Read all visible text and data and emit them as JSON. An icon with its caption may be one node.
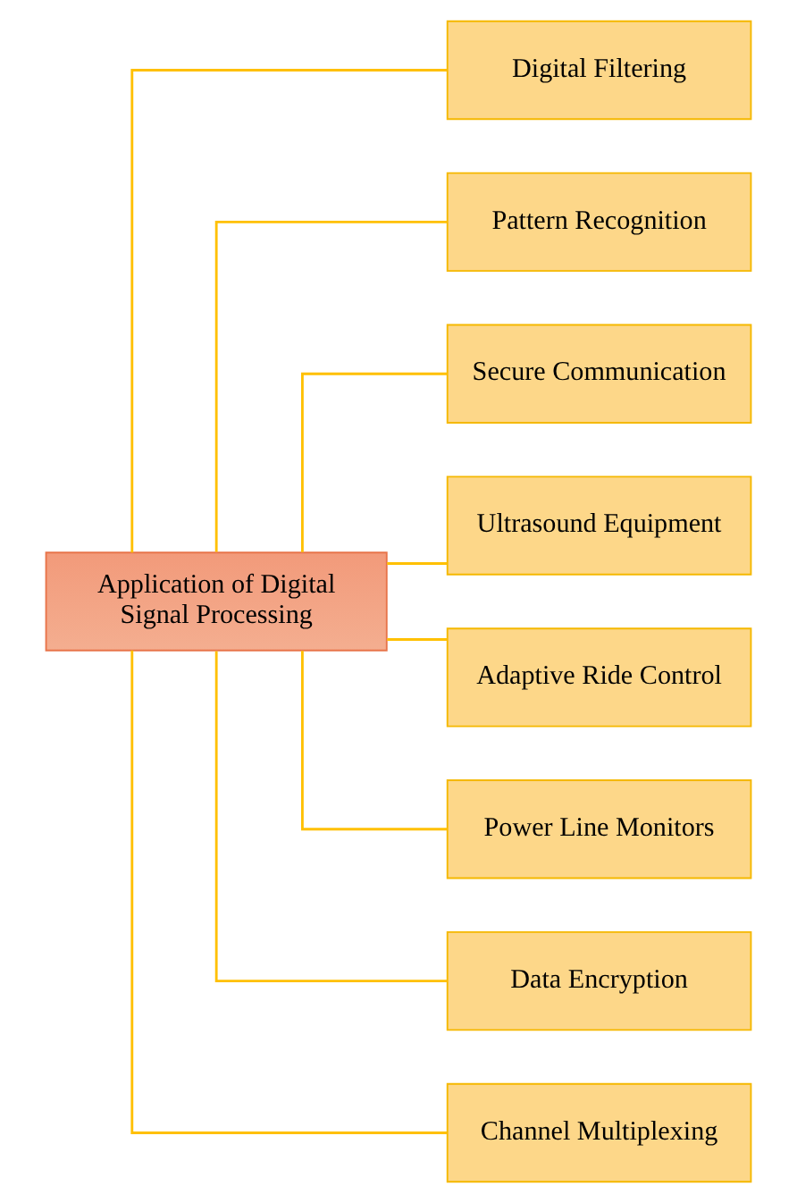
{
  "diagram": {
    "nodes": [
      {
        "text": [
          "Application of Digital Signal Processing"
        ]
      },
      {
        "text": [
          "Digital Filtering"
        ]
      },
      {
        "text": [
          "Pattern Recognition"
        ]
      },
      {
        "text": [
          "Secure Communication"
        ]
      },
      {
        "text": [
          "Ultrasound Equipment"
        ]
      },
      {
        "text": [
          "Adaptive Ride Control"
        ]
      },
      {
        "text": [
          "Power Line Monitors"
        ]
      },
      {
        "text": [
          "Data Encryption"
        ]
      },
      {
        "text": [
          "Channel Multiplexing"
        ]
      }
    ],
    "edges": [
      {
        "from": 0,
        "to": 1,
        "arrow": "none"
      },
      {
        "from": 0,
        "to": 2,
        "arrow": "none"
      },
      {
        "from": 0,
        "to": 3,
        "arrow": "none"
      },
      {
        "from": 0,
        "to": 4,
        "arrow": "none"
      },
      {
        "from": 0,
        "to": 5,
        "arrow": "none"
      },
      {
        "from": 0,
        "to": 6,
        "arrow": "none"
      },
      {
        "from": 0,
        "to": 7,
        "arrow": "none"
      },
      {
        "from": 0,
        "to": 8,
        "arrow": "none"
      }
    ]
  }
}
